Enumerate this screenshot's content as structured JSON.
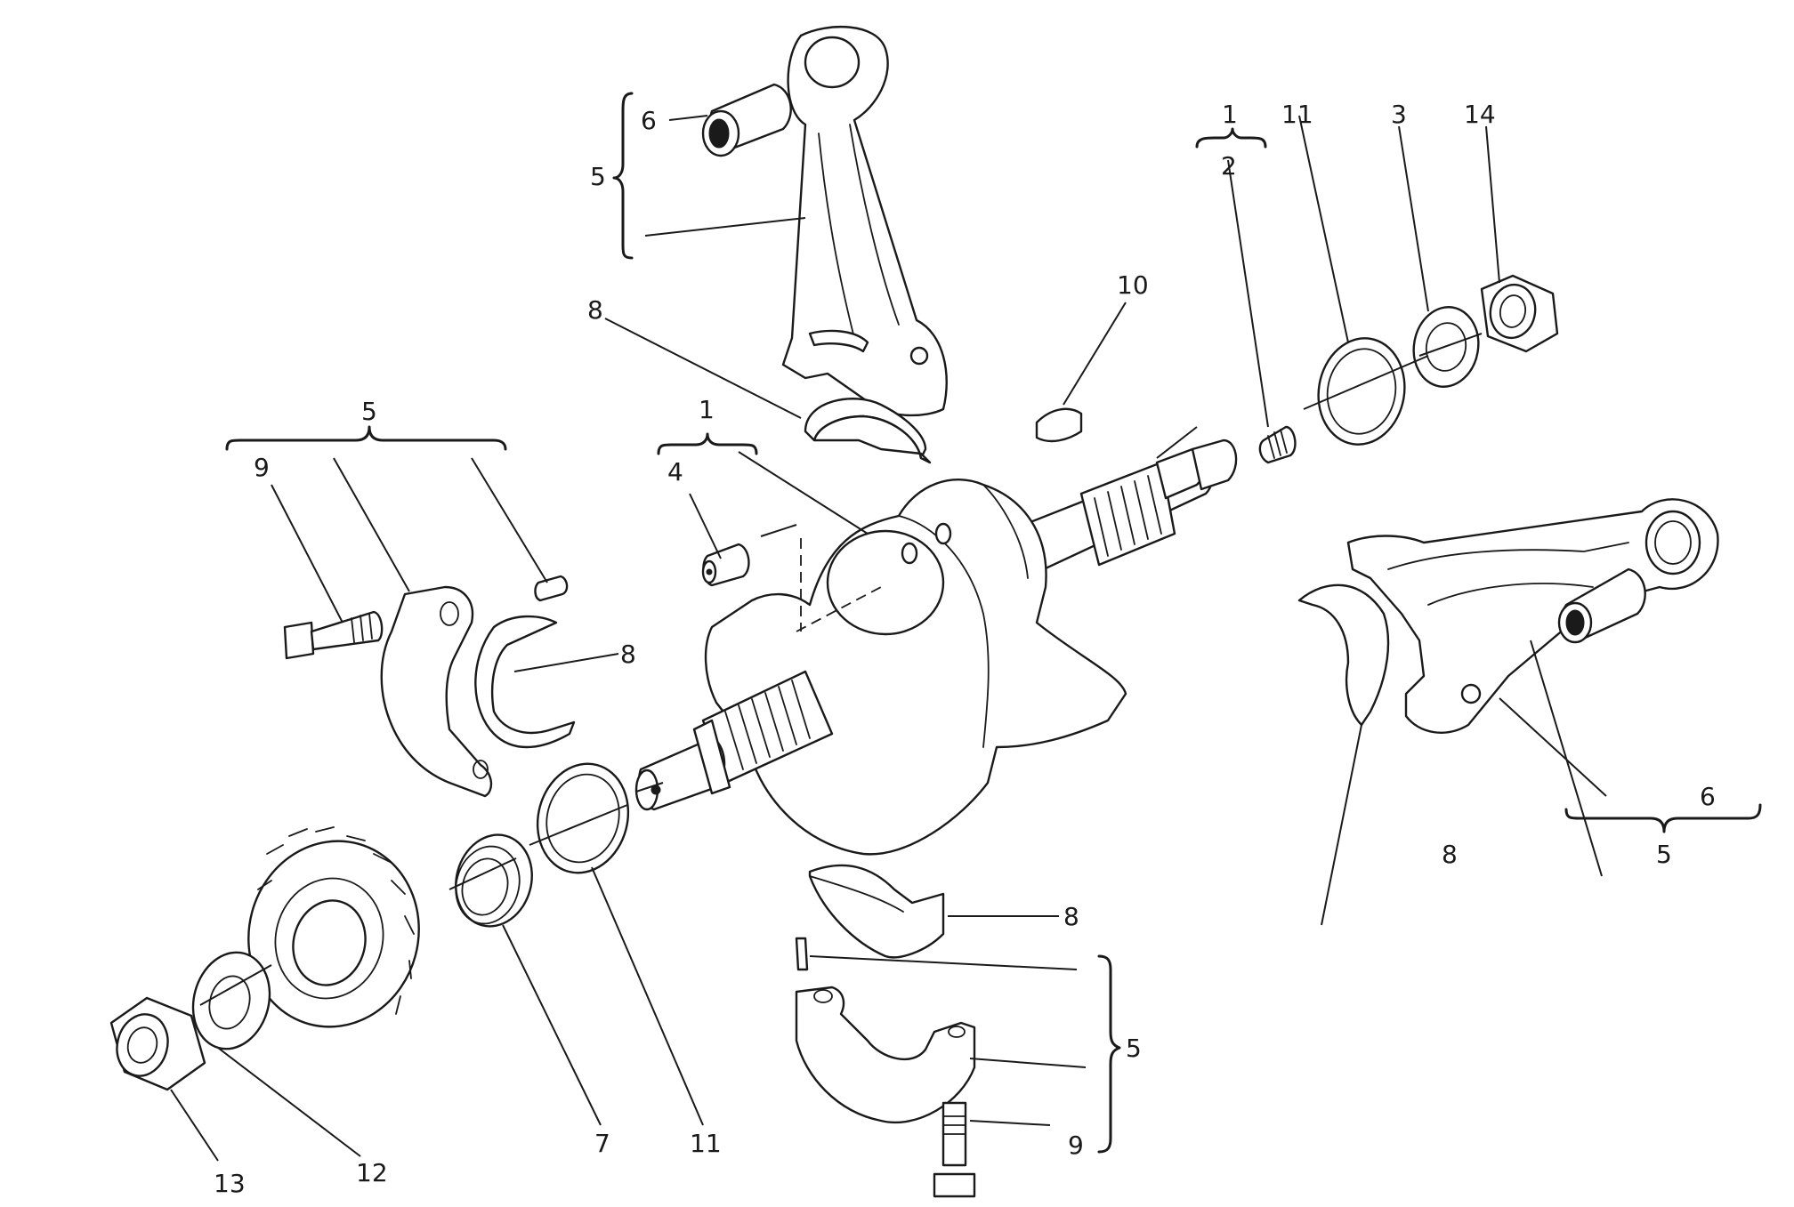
{
  "callouts": {
    "rod_top_bracket": "5",
    "rod_top_bushing": "6",
    "rod_top_bearing": "8",
    "woodruff_key": "10",
    "right_group": "1",
    "right_plug": "2",
    "right_shim": "11",
    "right_washer": "3",
    "right_nut": "14",
    "left_cap_group": "5",
    "left_cap_bolt": "9",
    "left_cap_bearing": "8",
    "crank_group": "1",
    "crank_plug": "4",
    "right_rod_bearing": "8",
    "right_rod_bushing": "6",
    "right_rod_group": "5",
    "seal": "7",
    "front_shim": "11",
    "lock_washer": "12",
    "front_nut": "13",
    "lower_bearing": "8",
    "lower_cap_group": "5",
    "lower_cap_bolt": "9"
  },
  "colors": {
    "line": "#1a1a1a",
    "paper": "#ffffff"
  }
}
